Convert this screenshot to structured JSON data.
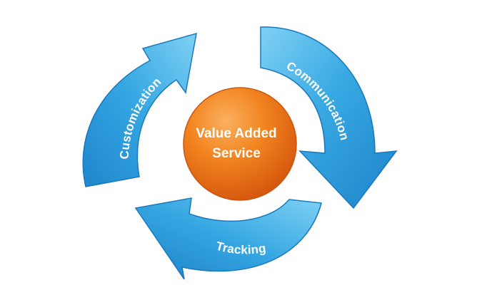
{
  "diagram": {
    "center": {
      "line1": "Value Added",
      "line2": "Service"
    },
    "stages": [
      {
        "label": "Customization"
      },
      {
        "label": "Communication"
      },
      {
        "label": "Tracking"
      }
    ],
    "colors": {
      "arrow_light": "#7dd3f5",
      "arrow_mid": "#35a7e3",
      "arrow_dark": "#1a7fc6",
      "center_light": "#f9a24a",
      "center_mid": "#f07a1a",
      "center_dark": "#d65a10"
    }
  }
}
